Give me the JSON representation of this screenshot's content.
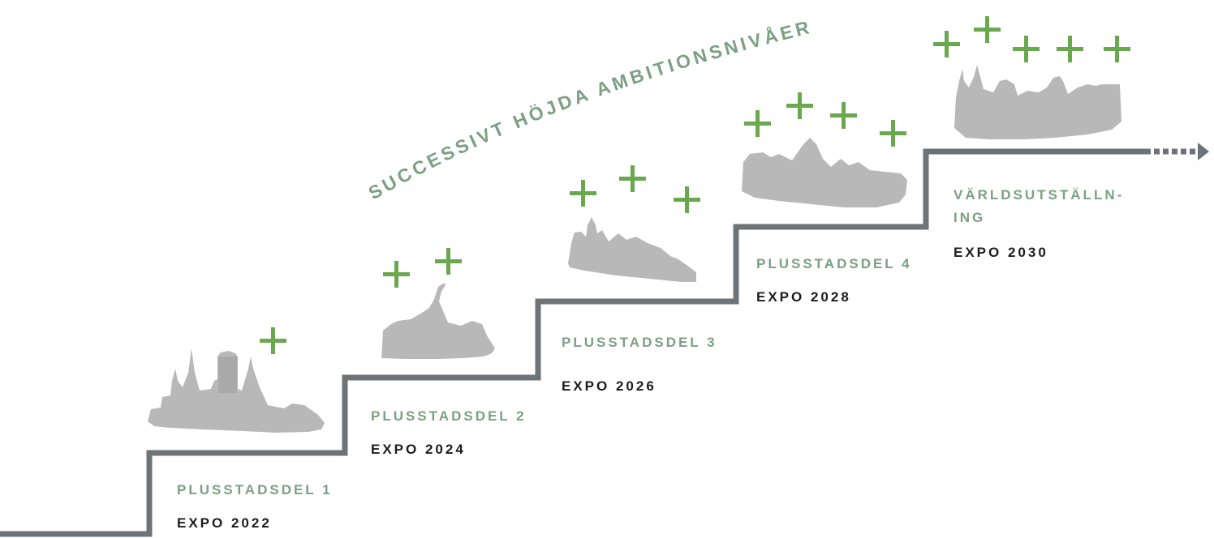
{
  "headline": "SUCCESSIVT HÖJDA AMBITIONSNIVÅER",
  "colors": {
    "step_line": "#6e7377",
    "headline_text": "#7ba084",
    "plus_sign": "#6aa84f",
    "skyline": "#b8b8b8",
    "expo_text": "#1c1c1c"
  },
  "stages": [
    {
      "name": "PLUSSTADSDEL 1",
      "expo": "EXPO 2022",
      "plus_count": 1
    },
    {
      "name": "PLUSSTADSDEL 2",
      "expo": "EXPO 2024",
      "plus_count": 2
    },
    {
      "name": "PLUSSTADSDEL 3",
      "expo": "EXPO 2026",
      "plus_count": 3
    },
    {
      "name": "PLUSSTADSDEL 4",
      "expo": "EXPO 2028",
      "plus_count": 4
    },
    {
      "name_line1": "VÄRLDSUTSTÄLLN-",
      "name_line2": "ING",
      "expo": "EXPO 2030",
      "plus_count": 5
    }
  ],
  "icons": {
    "skyline": "city-skyline-icon",
    "plus": "plus-icon",
    "arrow": "arrow-right-icon"
  }
}
